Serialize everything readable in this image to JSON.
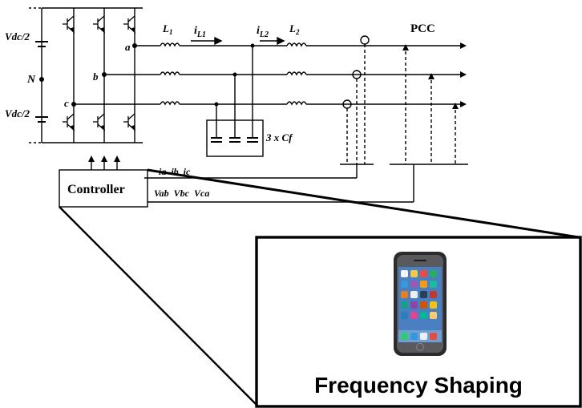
{
  "labels": {
    "vdc_top": "Vdc/2",
    "vdc_bottom": "Vdc/2",
    "neutral": "N",
    "node_a": "a",
    "node_b": "b",
    "node_c": "c",
    "l1": "L",
    "l1_sub": "1",
    "l2": "L",
    "l2_sub": "2",
    "il1": "i",
    "il1_sub": "L1",
    "il2": "i",
    "il2_sub": "L2",
    "cap": "3 x Cf",
    "pcc": "PCC",
    "currents": "ia  ib  ic",
    "voltages": "Vab  Vbc  Vca",
    "controller": "Controller",
    "callout": "Frequency Shaping"
  },
  "colors": {
    "line": "#000000",
    "background": "#ffffff",
    "phone_body": "#2b2b2d",
    "phone_screen": "#4a7fc1"
  },
  "icons": [
    "smartphone-icon"
  ]
}
